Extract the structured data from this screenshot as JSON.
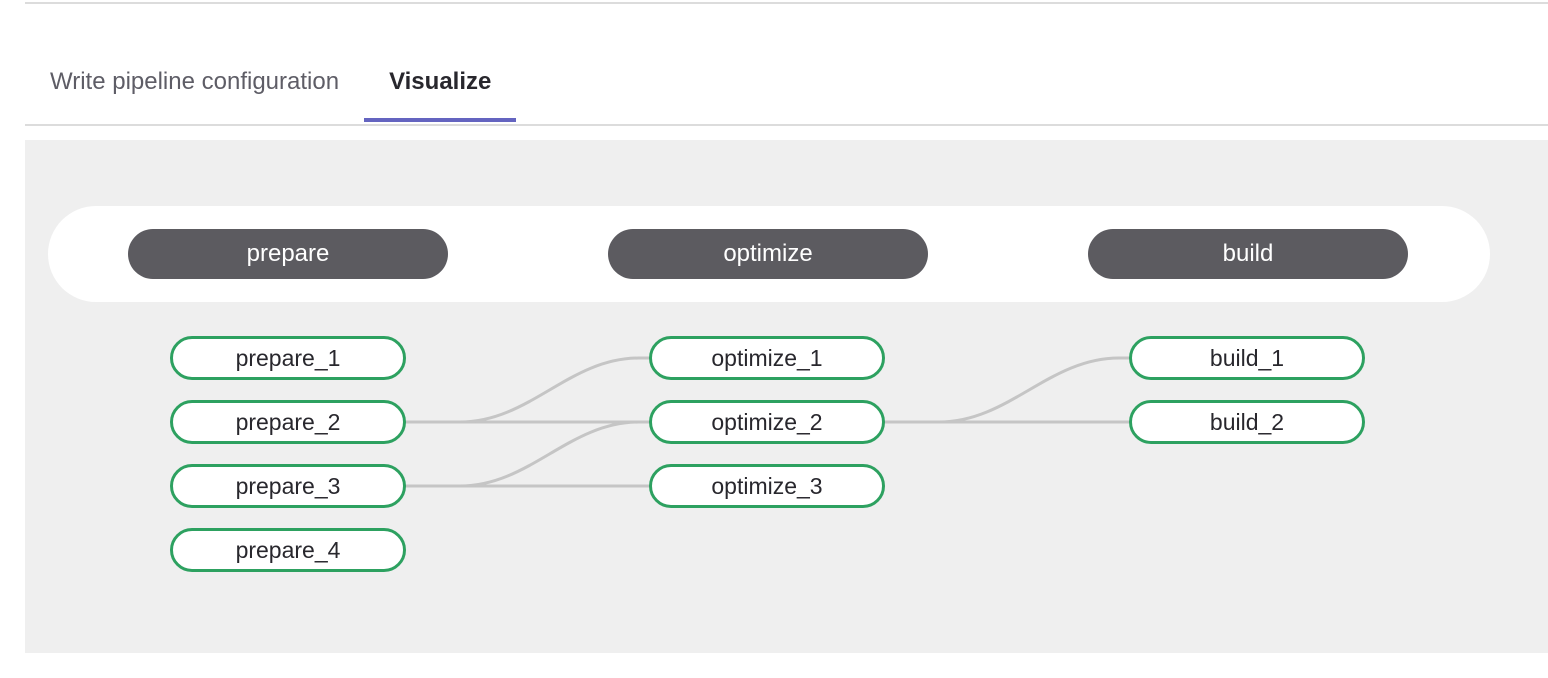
{
  "tabs": [
    {
      "label": "Write pipeline configuration",
      "active": false
    },
    {
      "label": "Visualize",
      "active": true
    }
  ],
  "pipeline": {
    "stages": [
      {
        "name": "prepare",
        "jobs": [
          "prepare_1",
          "prepare_2",
          "prepare_3",
          "prepare_4"
        ]
      },
      {
        "name": "optimize",
        "jobs": [
          "optimize_1",
          "optimize_2",
          "optimize_3"
        ]
      },
      {
        "name": "build",
        "jobs": [
          "build_1",
          "build_2"
        ]
      }
    ],
    "edges": [
      {
        "from": "prepare_2",
        "to": "optimize_2"
      },
      {
        "from": "prepare_2",
        "to": "optimize_1"
      },
      {
        "from": "prepare_3",
        "to": "optimize_3"
      },
      {
        "from": "prepare_3",
        "to": "optimize_2"
      },
      {
        "from": "optimize_2",
        "to": "build_2"
      },
      {
        "from": "optimize_2",
        "to": "build_1"
      }
    ]
  },
  "colors": {
    "accent": "#6464c0",
    "border": "#dcdcdc",
    "panel_bg": "#efefef",
    "stage_pill_bg": "#5c5b60",
    "stage_pill_text": "#ffffff",
    "job_border": "#2da160",
    "job_bg": "#ffffff",
    "connector": "#c5c5c5",
    "text_primary": "#28272d",
    "text_secondary": "#5e5d66"
  }
}
